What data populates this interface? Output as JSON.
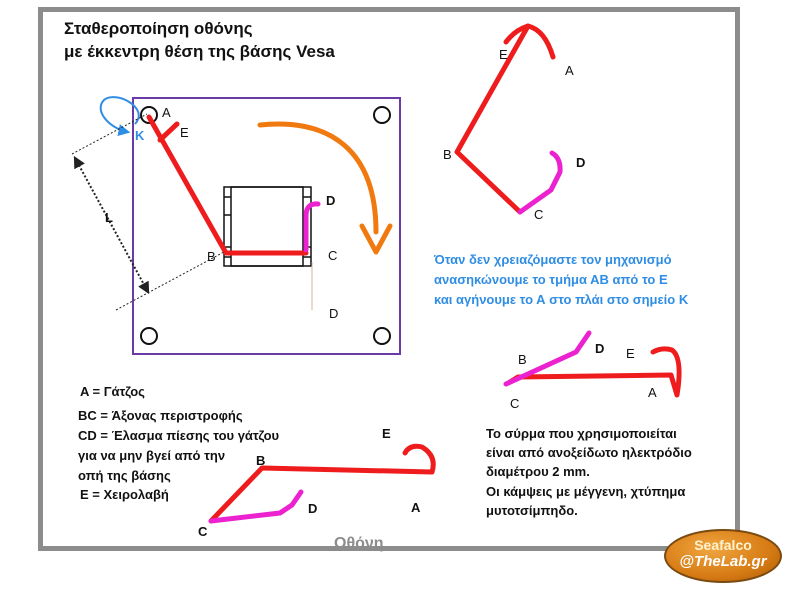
{
  "title": {
    "line1": "Σταθεροποίηση οθόνης",
    "line2": "με έκκεντρη θέση της βάσης Vesa"
  },
  "main_diagram": {
    "label_a": "A",
    "label_e": "E",
    "label_k": "K",
    "label_l": "L",
    "label_b": "B",
    "label_d_top": "D",
    "label_c": "C",
    "label_d_bottom": "D"
  },
  "top_right_diagram": {
    "label_e": "E",
    "label_a": "A",
    "label_b": "B",
    "label_d": "D",
    "label_c": "C"
  },
  "info_text": {
    "line1": "Όταν δεν χρειαζόμαστε τον μηχανισμό",
    "line2": "ανασηκώνουμε το τμήμα ΑΒ από το Ε",
    "line3": "και αγήνουμε το Α στο πλάι στο σημείο Κ"
  },
  "mid_right_diagram": {
    "label_d": "D",
    "label_e": "E",
    "label_b": "B",
    "label_a": "A",
    "label_c": "C"
  },
  "legend": {
    "line_a": "A = Γάτζος",
    "line_bc": "BC = Άξονας περιστροφής",
    "line_cd1": "CD = Έλασμα πίεσης του γάτζου",
    "line_cd2": "για να μην βγεί από την",
    "line_cd3": "οπή της βάσης",
    "line_e": "E = Χειρολαβή"
  },
  "bottom_diagram": {
    "label_e": "E",
    "label_b": "B",
    "label_d": "D",
    "label_a": "A",
    "label_c": "C"
  },
  "note": {
    "line1": "Το σύρμα που χρησιμοποιείται",
    "line2": "είναι από ανοξείδωτο ηλεκτρόδιο",
    "line3": "διαμέτρου 2 mm.",
    "line4": "Οι κάμψεις με μέγγενη, χτύπημα",
    "line5": "μυτοτσίμπηδο."
  },
  "screen_label": "Οθόνη",
  "logo": {
    "line1": "Seafalco",
    "line2": "@TheLab.gr"
  },
  "colors": {
    "wire": "#ee1c1c",
    "spring": "#ec22d0",
    "arrow": "#f07a10",
    "frame": "#6a3aa8",
    "blue": "#2f8de4",
    "border": "#8c8c8c"
  }
}
